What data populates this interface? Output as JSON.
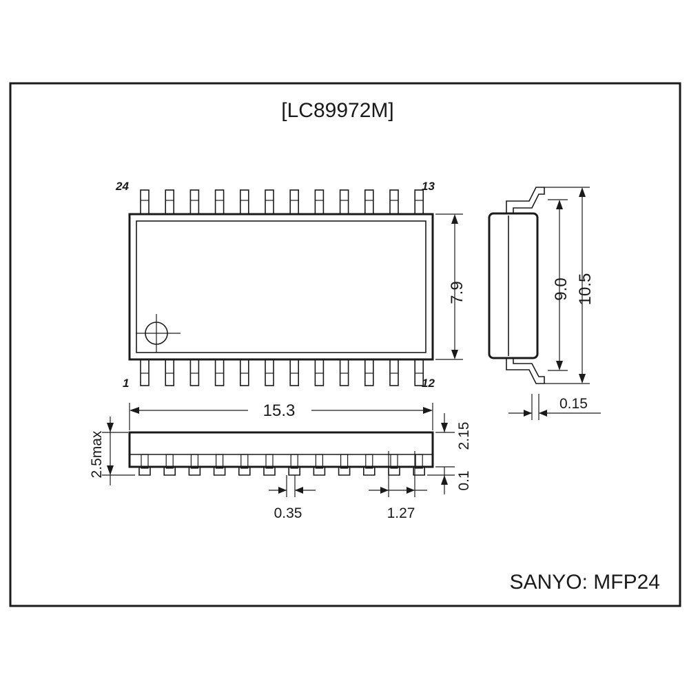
{
  "title": "[LC89972M]",
  "brand": "SANYO: MFP24",
  "pins": {
    "top_left": "24",
    "top_right": "13",
    "bottom_left": "1",
    "bottom_right": "12"
  },
  "dimensions": {
    "body_width": "7.9",
    "lead_span_inner": "9.0",
    "lead_span_outer": "10.5",
    "lead_thickness": "0.15",
    "body_length": "15.3",
    "body_height": "2.15",
    "standoff": "0.1",
    "max_height": "2.5max",
    "lead_width": "0.35",
    "lead_pitch": "1.27"
  }
}
